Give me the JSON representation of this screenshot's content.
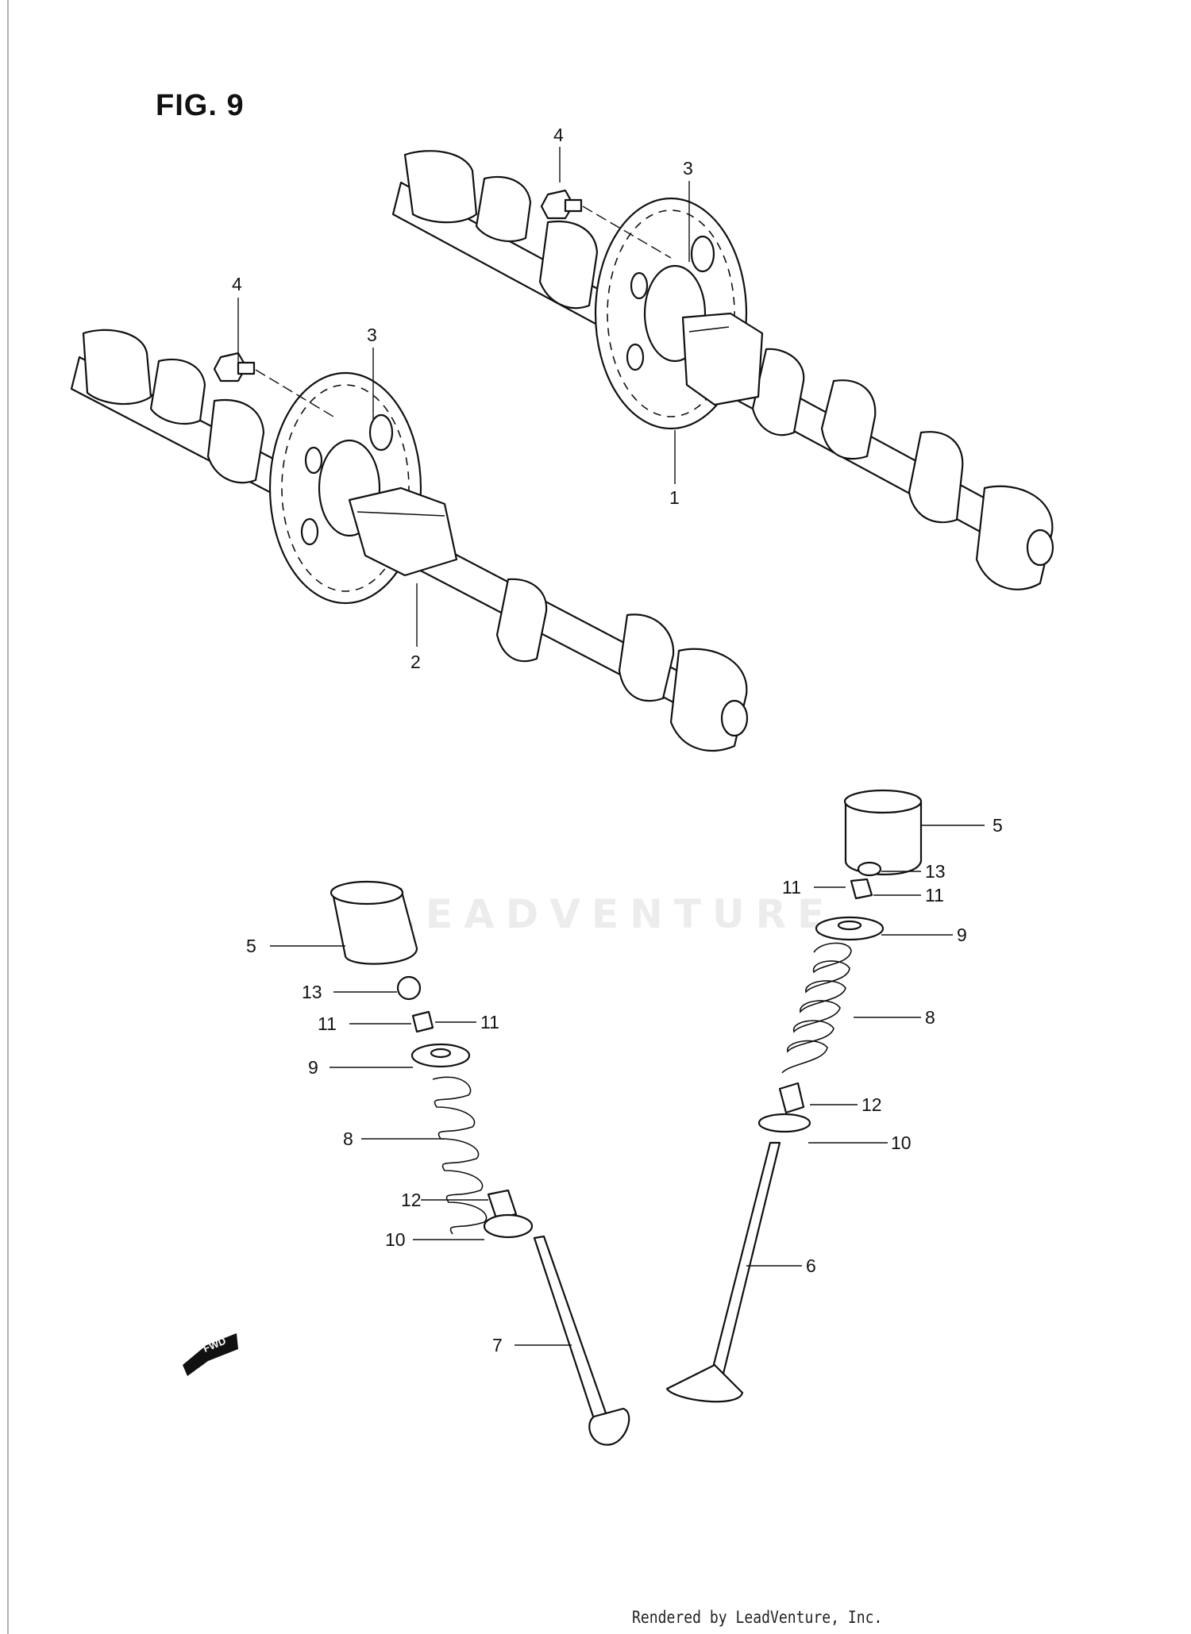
{
  "figure": {
    "title": "FIG. 9"
  },
  "watermark": {
    "text": "LEADVENTURE"
  },
  "footer": {
    "text": "Rendered by LeadVenture, Inc."
  },
  "fwd_badge": {
    "text": "FWD"
  },
  "callouts": [
    {
      "id": "c1",
      "label": "1"
    },
    {
      "id": "c2",
      "label": "2"
    },
    {
      "id": "c3a",
      "label": "3"
    },
    {
      "id": "c3b",
      "label": "3"
    },
    {
      "id": "c4a",
      "label": "4"
    },
    {
      "id": "c4b",
      "label": "4"
    },
    {
      "id": "c5a",
      "label": "5"
    },
    {
      "id": "c5b",
      "label": "5"
    },
    {
      "id": "c6",
      "label": "6"
    },
    {
      "id": "c7",
      "label": "7"
    },
    {
      "id": "c8a",
      "label": "8"
    },
    {
      "id": "c8b",
      "label": "8"
    },
    {
      "id": "c9a",
      "label": "9"
    },
    {
      "id": "c9b",
      "label": "9"
    },
    {
      "id": "c10a",
      "label": "10"
    },
    {
      "id": "c10b",
      "label": "10"
    },
    {
      "id": "c11a",
      "label": "11"
    },
    {
      "id": "c11b",
      "label": "11"
    },
    {
      "id": "c11c",
      "label": "11"
    },
    {
      "id": "c11d",
      "label": "11"
    },
    {
      "id": "c12a",
      "label": "12"
    },
    {
      "id": "c12b",
      "label": "12"
    },
    {
      "id": "c13a",
      "label": "13"
    },
    {
      "id": "c13b",
      "label": "13"
    }
  ]
}
